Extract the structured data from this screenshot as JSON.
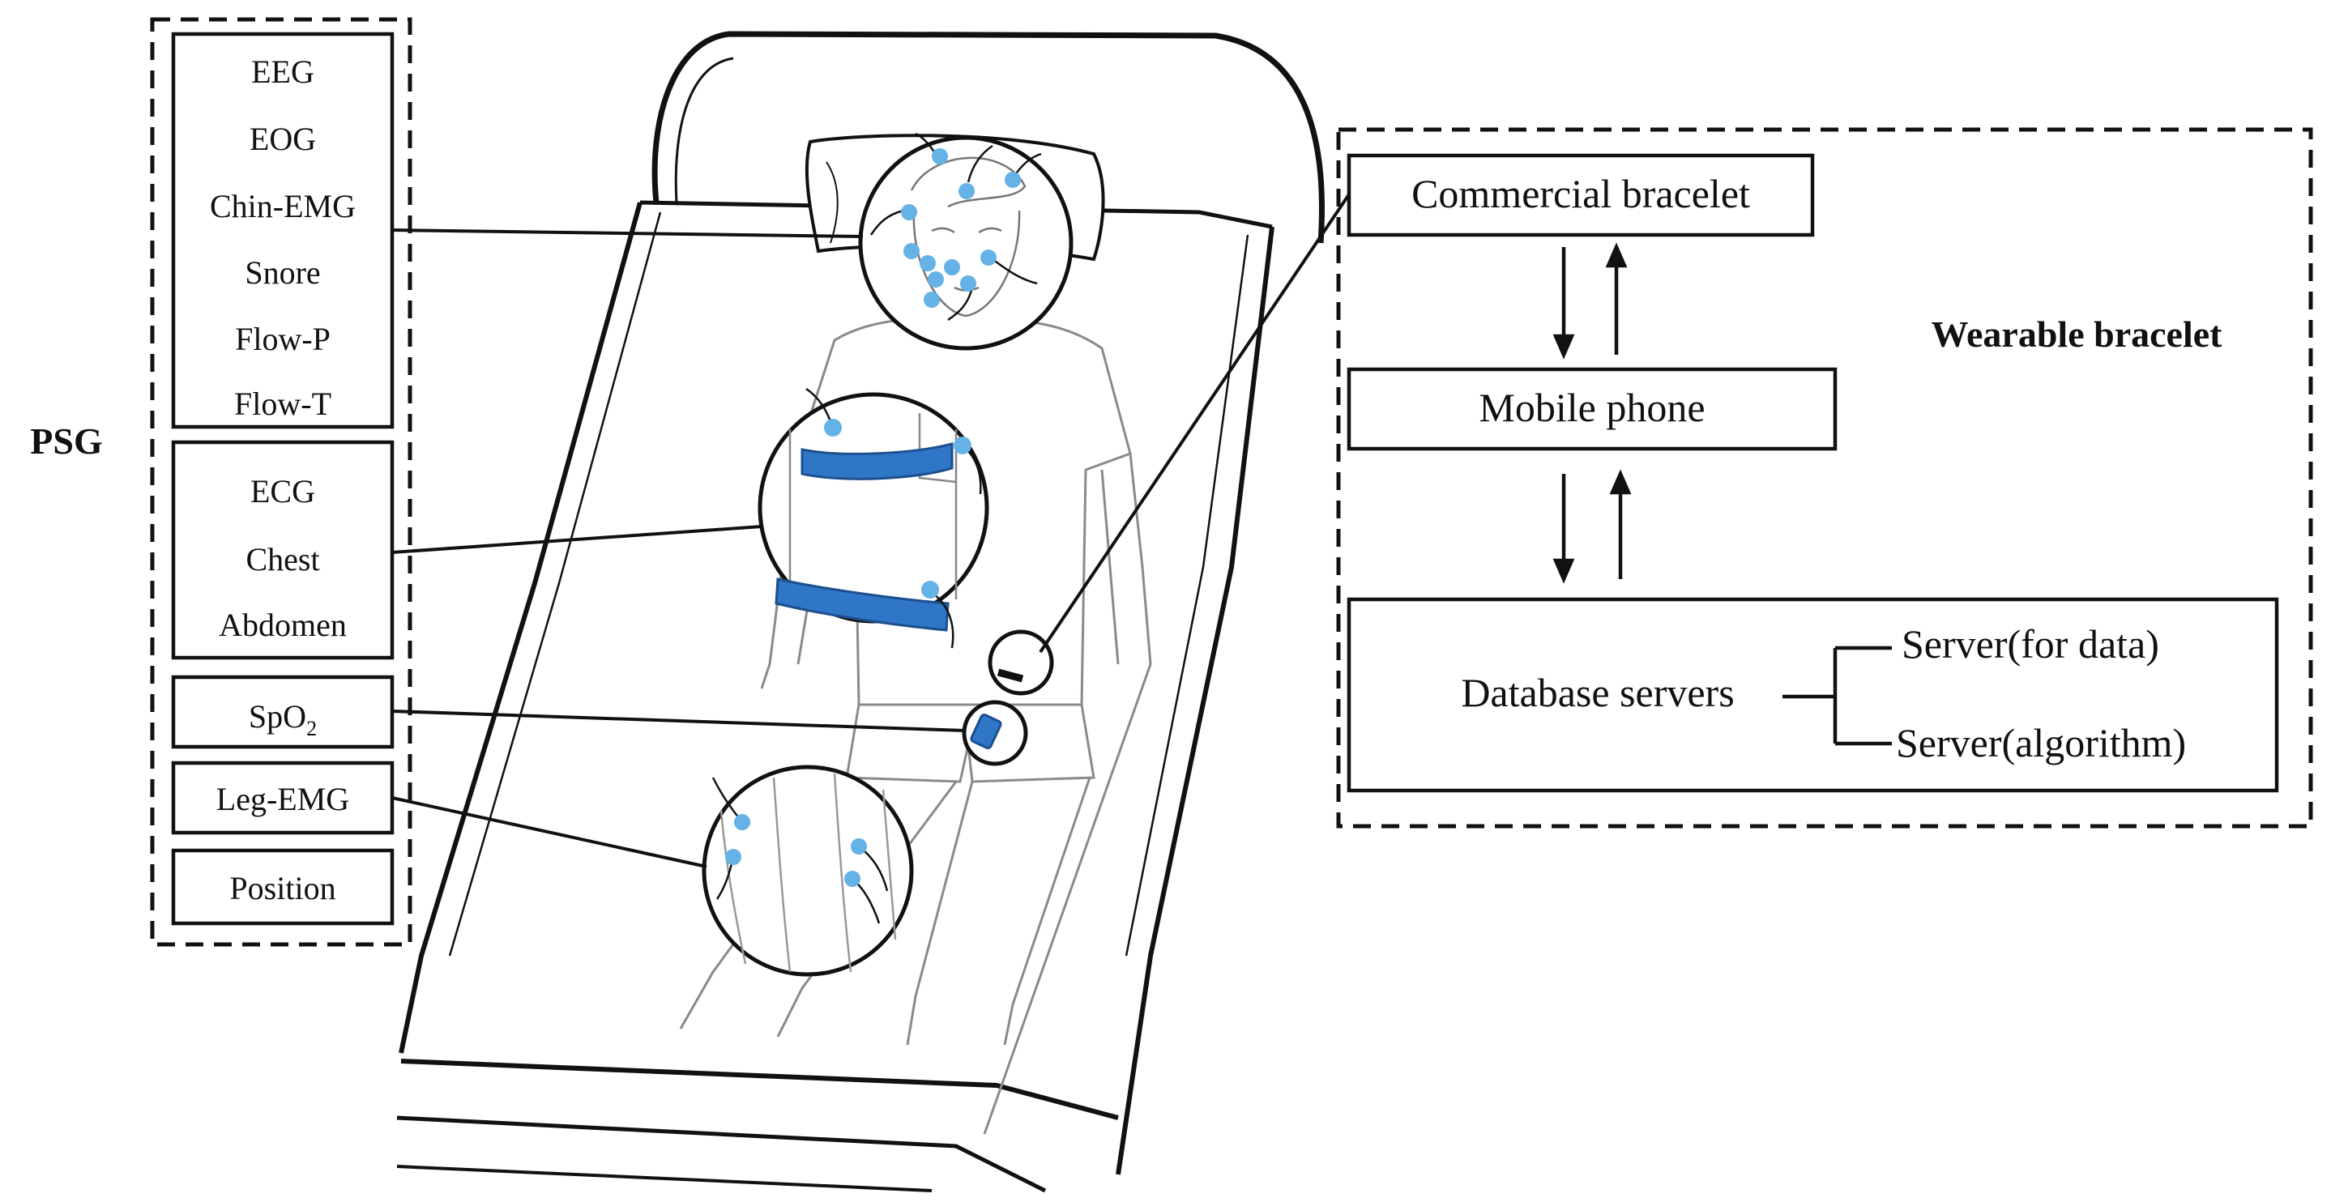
{
  "psg": {
    "title": "PSG",
    "groups": [
      {
        "id": "head",
        "labels": [
          "EEG",
          "EOG",
          "Chin-EMG",
          "Snore",
          "Flow-P",
          "Flow-T"
        ]
      },
      {
        "id": "torso",
        "labels": [
          "ECG",
          "Chest",
          "Abdomen"
        ]
      },
      {
        "id": "spo2",
        "labels": [
          "SpO2"
        ]
      },
      {
        "id": "leg",
        "labels": [
          "Leg-EMG"
        ]
      },
      {
        "id": "position",
        "labels": [
          "Position"
        ]
      }
    ],
    "spo2_base": "SpO",
    "spo2_sub": "2"
  },
  "wearable": {
    "title": "Wearable bracelet",
    "bracelet": "Commercial bracelet",
    "phone": "Mobile phone",
    "database": "Database servers",
    "server_data": "Server(for data)",
    "server_algorithm": "Server(algorithm)"
  },
  "colors": {
    "line": "#111111",
    "sensor": "#64b2e6",
    "band": "#2f76c7",
    "band_stroke": "#1d4f8f",
    "sketch": "#8a8a8a"
  }
}
